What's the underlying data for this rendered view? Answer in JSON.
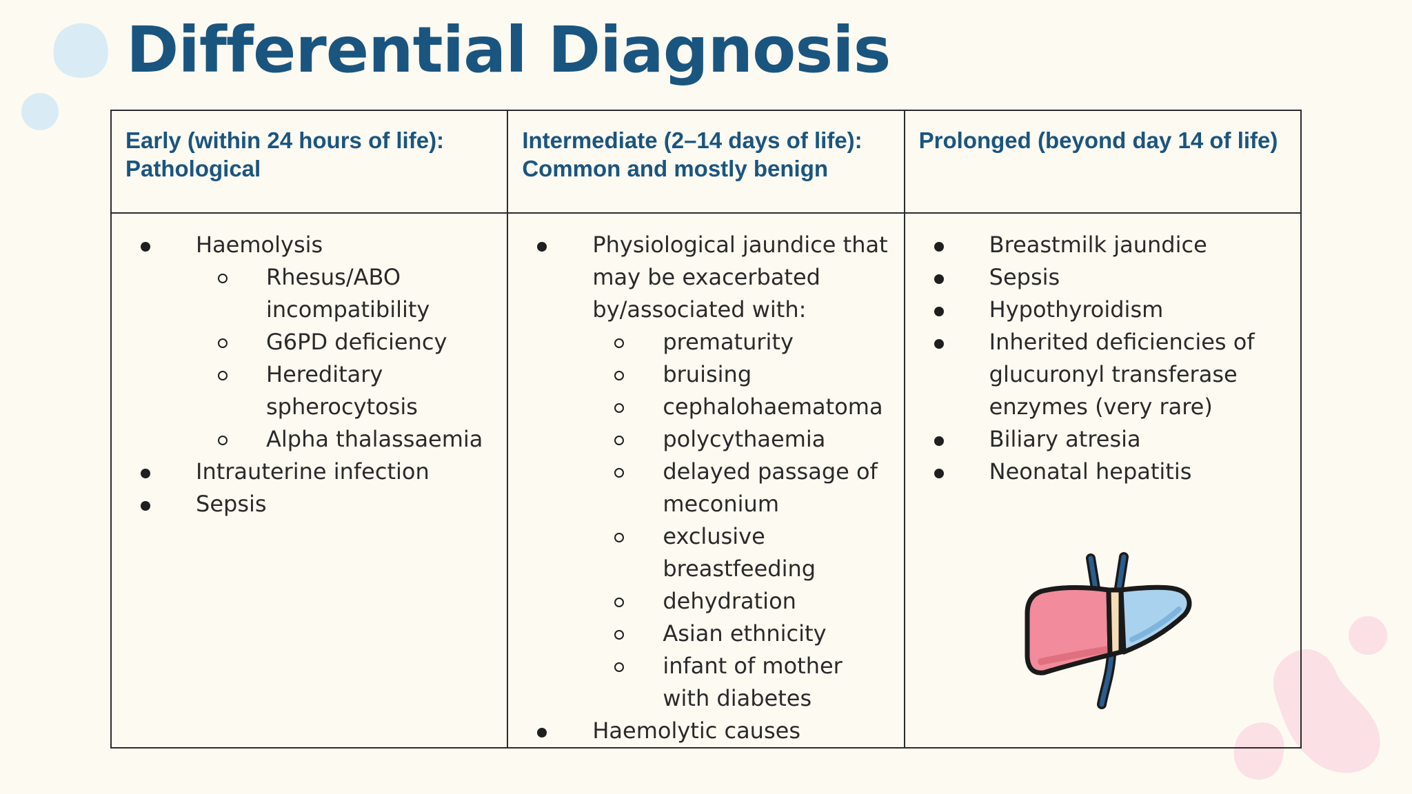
{
  "slide": {
    "title": "Differential Diagnosis"
  },
  "table": {
    "columns": [
      {
        "header": "Early (within 24 hours of life): Pathological",
        "items": [
          {
            "text": "Haemolysis",
            "children": [
              "Rhesus/ABO incompatibility",
              "G6PD deficiency",
              "Hereditary spherocytosis",
              "Alpha thalassaemia"
            ]
          },
          {
            "text": "Intrauterine infection",
            "children": []
          },
          {
            "text": "Sepsis",
            "children": []
          }
        ]
      },
      {
        "header": "Intermediate (2–14 days of life): Common and mostly benign",
        "items": [
          {
            "text": "Physiological jaundice that may be exacerbated by/associated with:",
            "children": [
              "prematurity",
              "bruising",
              "cephalohaematoma",
              "polycythaemia",
              "delayed passage of meconium",
              "exclusive breastfeeding",
              "dehydration",
              "Asian ethnicity",
              "infant of mother with diabetes"
            ]
          },
          {
            "text": "Haemolytic causes",
            "children": []
          }
        ]
      },
      {
        "header": "Prolonged (beyond day 14 of life)",
        "items": [
          {
            "text": "Breastmilk jaundice",
            "children": []
          },
          {
            "text": "Sepsis",
            "children": []
          },
          {
            "text": "Hypothyroidism",
            "children": []
          },
          {
            "text": "Inherited deficiencies of glucuronyl transferase enzymes (very rare)",
            "children": []
          },
          {
            "text": "Biliary atresia",
            "children": []
          },
          {
            "text": "Neonatal hepatitis",
            "children": []
          }
        ]
      }
    ]
  },
  "illustration": {
    "icon": "liver-icon"
  },
  "colors": {
    "background": "#fdfaf2",
    "title": "#1a5580",
    "header_text": "#1a5580",
    "body_text": "#2a2a2a",
    "liver_left_lobe": "#f28b9b",
    "liver_right_lobe": "#a9d2ee",
    "vessel": "#2a5d8f",
    "deco_blue": "#d9ebf4",
    "deco_pink": "#fbe0e6"
  }
}
